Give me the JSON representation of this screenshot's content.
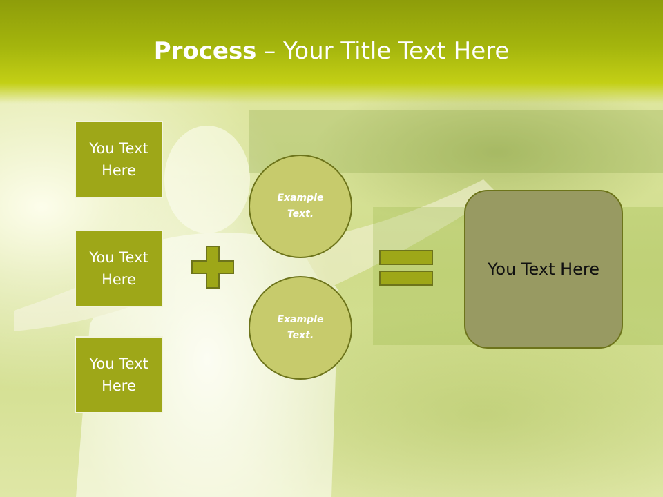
{
  "title": {
    "bold": "Process",
    "rest": " – Your Title Text Here"
  },
  "left_boxes": [
    "You Text Here",
    "You Text Here",
    "You Text Here"
  ],
  "circles": [
    "Example Text.",
    "Example Text."
  ],
  "result": "You Text Here",
  "colors": {
    "header": "#a4b50d",
    "box_fill": "#9ea718",
    "circle_fill": "#c7cb6c",
    "result_fill": "#989a62",
    "symbol_fill": "#9ea718",
    "outline": "#6d741b"
  },
  "icons": {
    "plus": "plus-icon",
    "equals": "equals-icon"
  }
}
